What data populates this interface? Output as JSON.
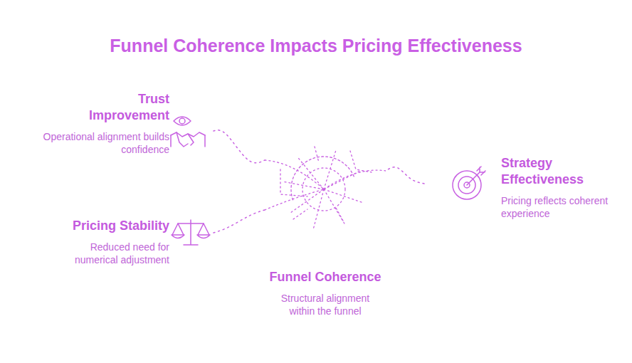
{
  "diagram": {
    "title": "Funnel Coherence Impacts Pricing Effectiveness",
    "nodes": [
      {
        "text": [
          "Trust Improvement",
          "Operational alignment builds confidence"
        ]
      },
      {
        "text": [
          "Strategy Effectiveness",
          "Pricing reflects coherent experience"
        ]
      },
      {
        "text": [
          "Pricing Stability",
          "Reduced need for numerical adjustment"
        ]
      },
      {
        "text": [
          "Funnel Coherence",
          "Structural alignment within the funnel"
        ]
      }
    ],
    "edges": [
      {
        "from": 0,
        "to": 3,
        "arrow": "none"
      },
      {
        "from": 1,
        "to": 3,
        "arrow": "none"
      },
      {
        "from": 2,
        "to": 3,
        "arrow": "none"
      }
    ]
  }
}
